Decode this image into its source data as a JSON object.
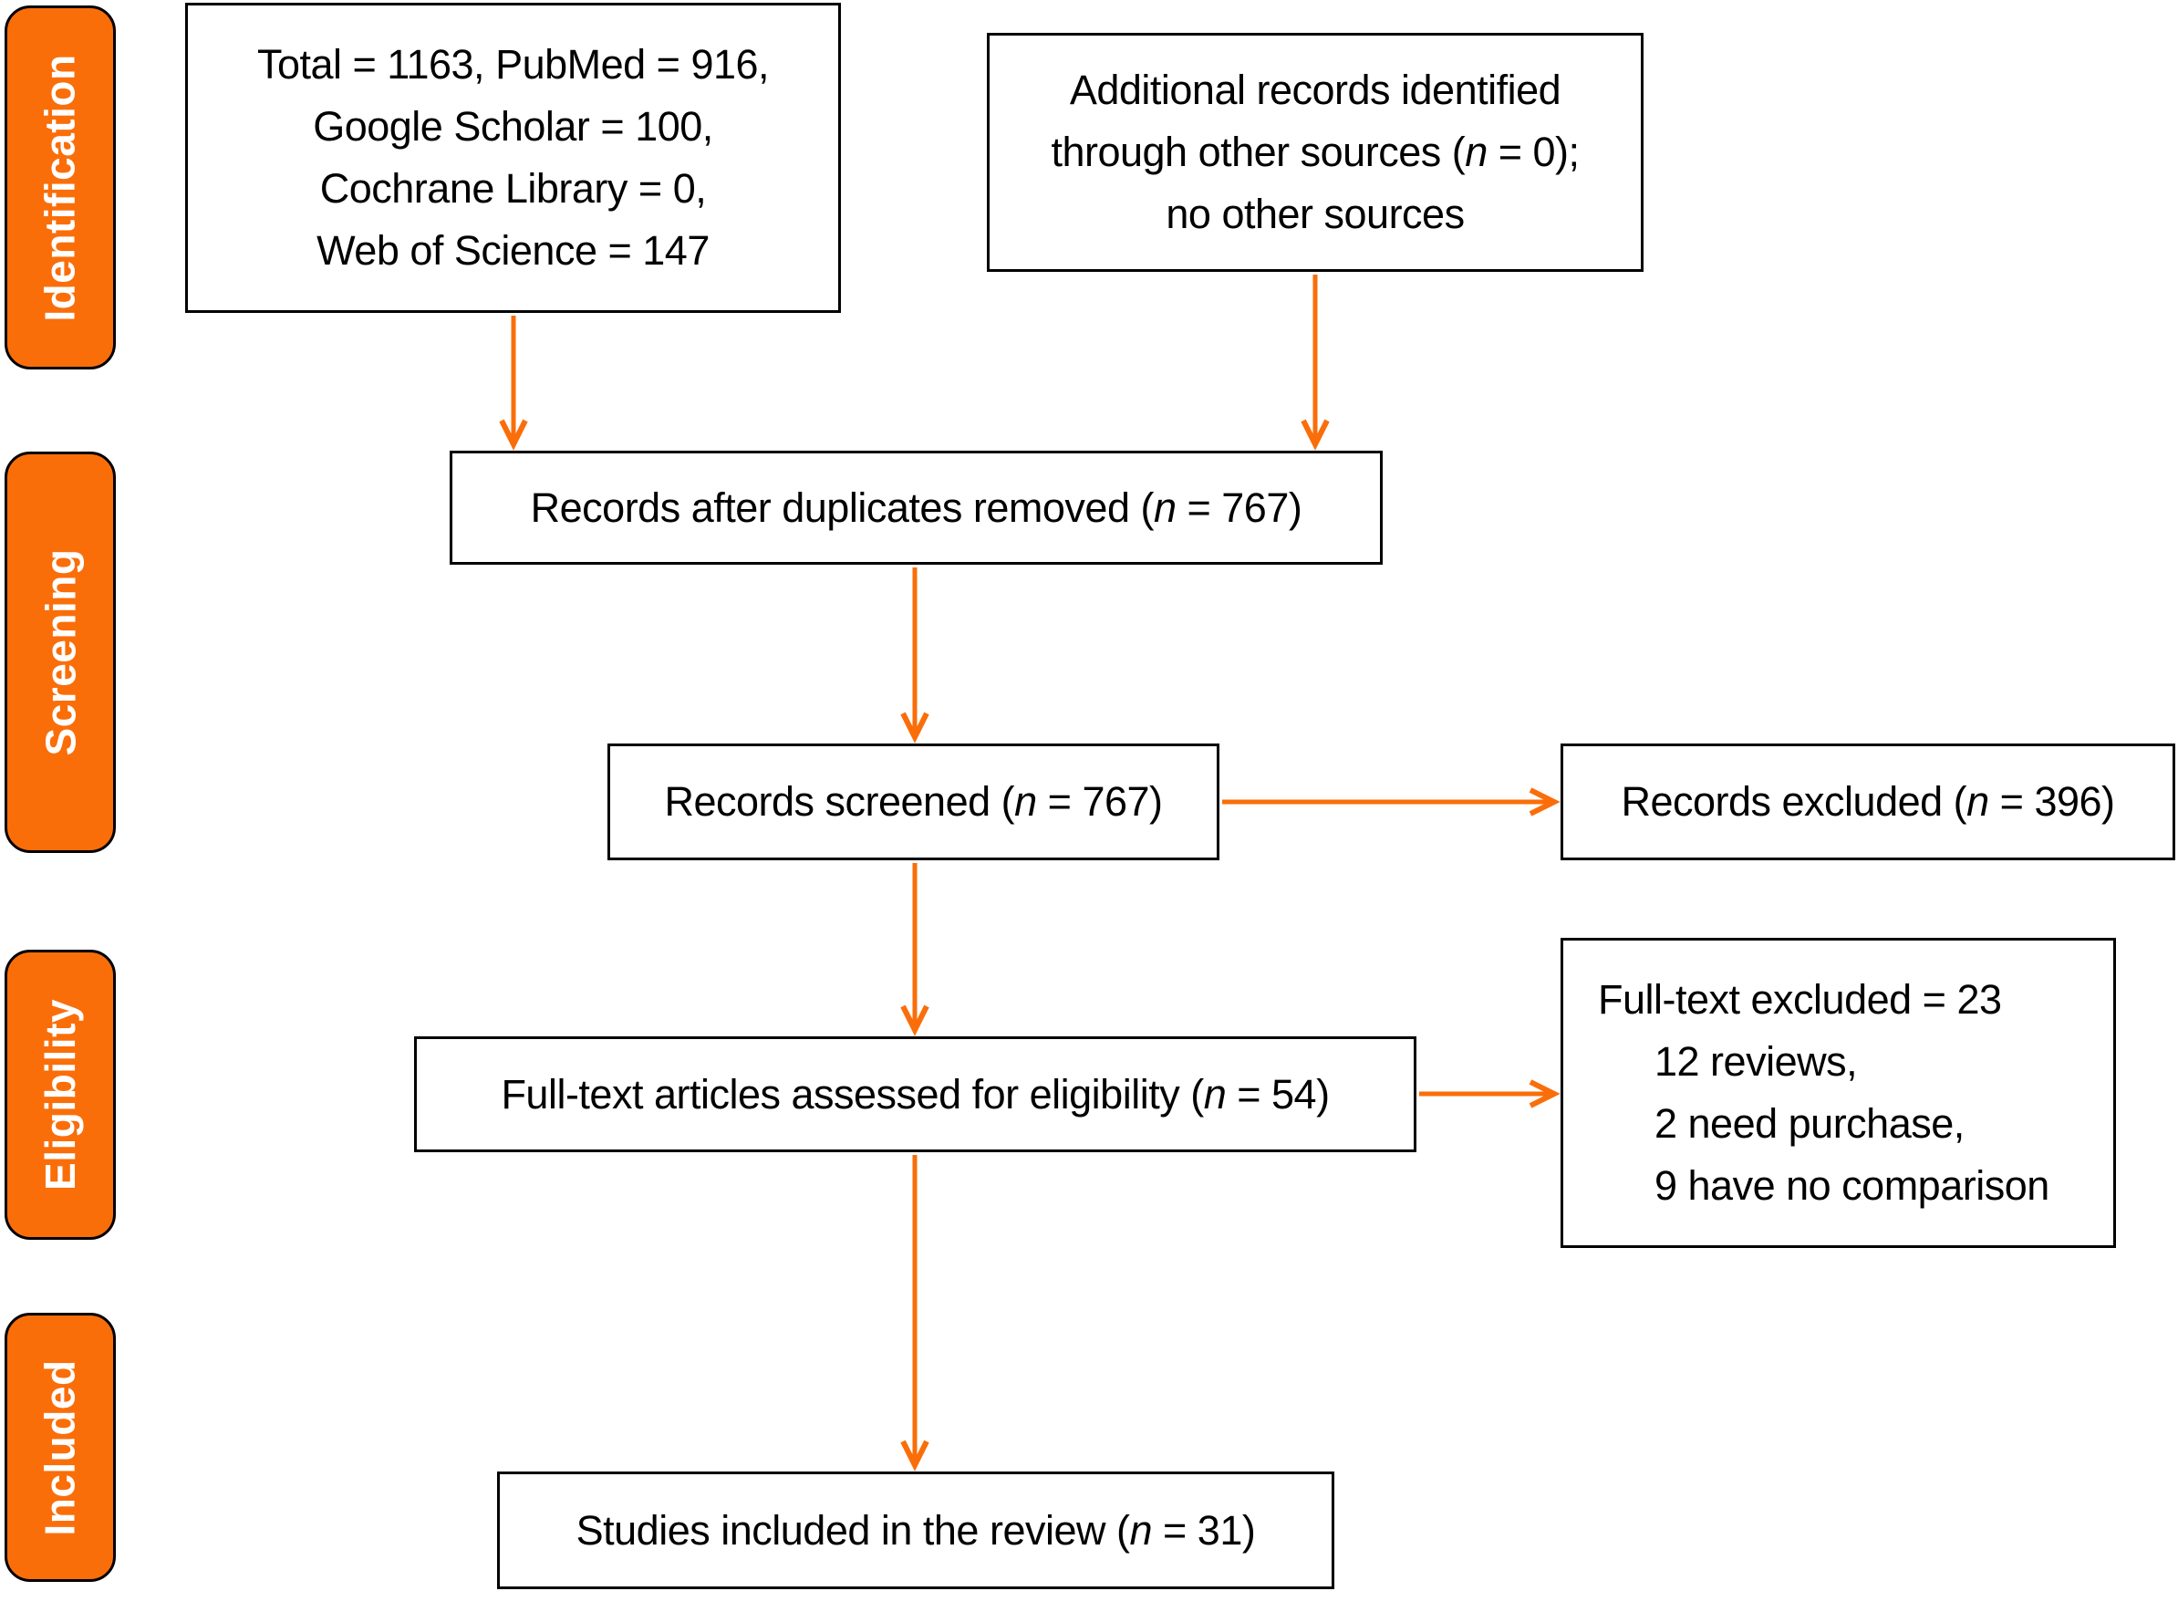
{
  "colors": {
    "accent": "#FA6E0A",
    "box-border": "#000000",
    "text": "#000000",
    "stage-text": "#FFFFFF",
    "background": "#FFFFFF"
  },
  "stages": [
    {
      "label": "Identification"
    },
    {
      "label": "Screening"
    },
    {
      "label": "Eligibility"
    },
    {
      "label": "Included"
    }
  ],
  "boxes": {
    "sources": {
      "lines": [
        {
          "parts": [
            {
              "t": "Total = 1163, PubMed = 916,"
            }
          ]
        },
        {
          "parts": [
            {
              "t": "Google Scholar = 100,"
            }
          ]
        },
        {
          "parts": [
            {
              "t": "Cochrane Library = 0,"
            }
          ]
        },
        {
          "parts": [
            {
              "t": "Web of Science = 147"
            }
          ]
        }
      ]
    },
    "additional_records": {
      "lines": [
        {
          "parts": [
            {
              "t": "Additional records identified"
            }
          ]
        },
        {
          "parts": [
            {
              "t": "through other sources ("
            },
            {
              "t": "n",
              "i": true
            },
            {
              "t": " = 0);"
            }
          ]
        },
        {
          "parts": [
            {
              "t": "no other sources"
            }
          ]
        }
      ]
    },
    "duplicates_removed": {
      "lines": [
        {
          "parts": [
            {
              "t": "Records after duplicates removed ("
            },
            {
              "t": "n",
              "i": true
            },
            {
              "t": " = 767)"
            }
          ]
        }
      ]
    },
    "records_screened": {
      "lines": [
        {
          "parts": [
            {
              "t": "Records screened ("
            },
            {
              "t": "n",
              "i": true
            },
            {
              "t": " = 767)"
            }
          ]
        }
      ]
    },
    "records_excluded": {
      "lines": [
        {
          "parts": [
            {
              "t": "Records excluded ("
            },
            {
              "t": "n",
              "i": true
            },
            {
              "t": " = 396)"
            }
          ]
        }
      ]
    },
    "fulltext_assessed": {
      "lines": [
        {
          "parts": [
            {
              "t": "Full-text articles assessed for eligibility ("
            },
            {
              "t": "n",
              "i": true
            },
            {
              "t": " = 54)"
            }
          ]
        }
      ]
    },
    "fulltext_excluded": {
      "lines": [
        {
          "parts": [
            {
              "t": "Full-text excluded = 23"
            }
          ]
        },
        {
          "parts": [
            {
              "t": "12 reviews,"
            }
          ],
          "indent": true
        },
        {
          "parts": [
            {
              "t": "2 need purchase,"
            }
          ],
          "indent": true
        },
        {
          "parts": [
            {
              "t": "9 have no comparison"
            }
          ],
          "indent": true
        }
      ]
    },
    "studies_included": {
      "lines": [
        {
          "parts": [
            {
              "t": "Studies included in the review ("
            },
            {
              "t": "n",
              "i": true
            },
            {
              "t": " = 31)"
            }
          ]
        }
      ]
    }
  }
}
